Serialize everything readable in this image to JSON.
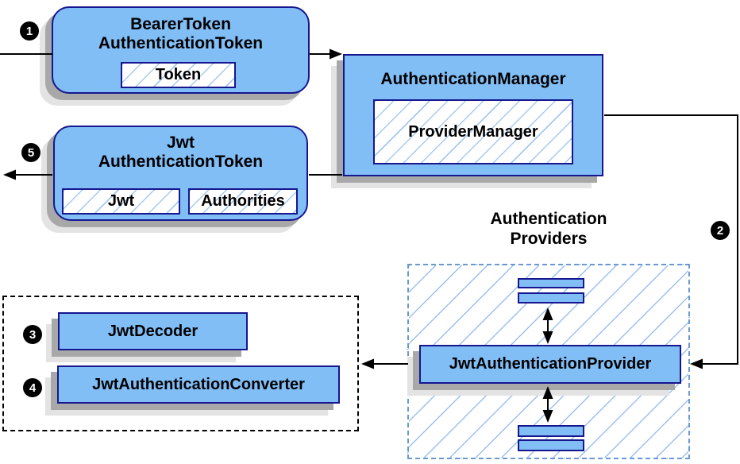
{
  "nodes": {
    "bearer_token": {
      "title": "BearerToken\nAuthenticationToken",
      "inner": "Token"
    },
    "authentication_manager": {
      "title": "AuthenticationManager",
      "inner": "ProviderManager"
    },
    "jwt_authentication_token": {
      "title": "Jwt\nAuthenticationToken",
      "inner_left": "Jwt",
      "inner_right": "Authorities"
    },
    "authentication_providers": {
      "title": "Authentication\nProviders"
    },
    "jwt_authentication_provider": {
      "title": "JwtAuthenticationProvider"
    },
    "jwt_decoder": {
      "title": "JwtDecoder"
    },
    "jwt_authentication_converter": {
      "title": "JwtAuthenticationConverter"
    }
  },
  "badges": {
    "step1": "1",
    "step2": "2",
    "step3": "3",
    "step4": "4",
    "step5": "5"
  },
  "colors": {
    "node_fill": "#82BEF6",
    "node_border": "#16178F",
    "hatch_line": "#A6C9F0",
    "providers_dash_border": "#6B99CC",
    "black_dash_border": "#000000",
    "connector": "#000000",
    "shadow_dark": "#A8A8A8",
    "shadow_light": "#E3E3E3",
    "badge_bg": "#000000",
    "badge_text": "#FFFFFF"
  }
}
